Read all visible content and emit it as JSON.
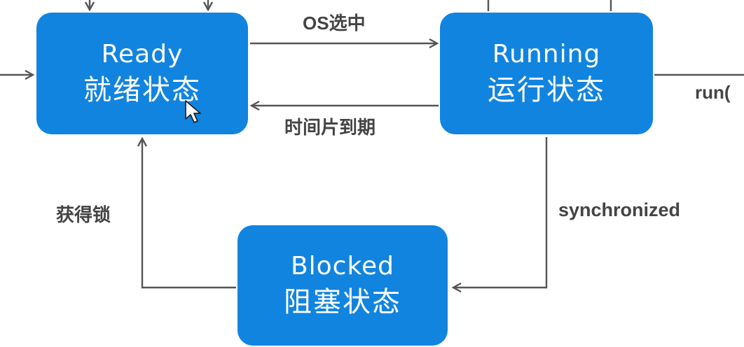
{
  "states": {
    "ready": {
      "en": "Ready",
      "zh": "就绪状态"
    },
    "running": {
      "en": "Running",
      "zh": "运行状态"
    },
    "blocked": {
      "en": "Blocked",
      "zh": "阻塞状态"
    }
  },
  "transitions": {
    "os_select": "OS选中",
    "time_slice": "时间片到期",
    "get_lock": "获得锁",
    "sync": "synchronized",
    "run": "run("
  },
  "colors": {
    "state_fill": "#1184e0",
    "state_text": "#ffffff",
    "line": "#555555",
    "label": "#444444"
  }
}
